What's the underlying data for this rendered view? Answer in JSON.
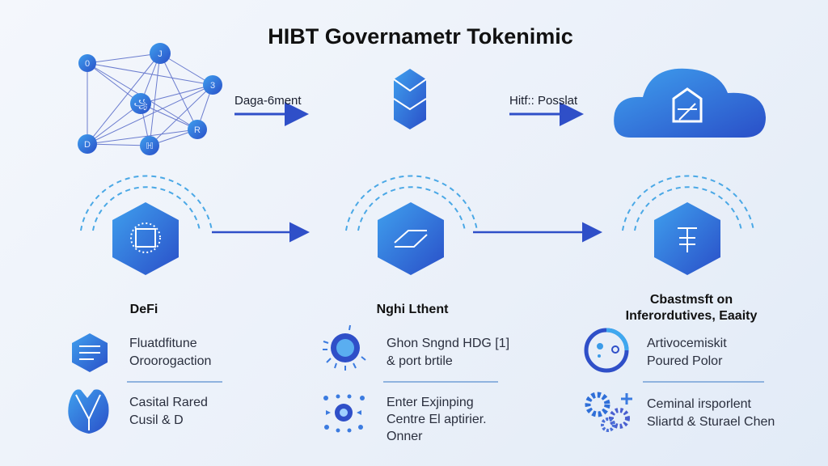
{
  "title": "HIBT Governametr Tokenimic",
  "top_flow": {
    "label_1": "Daga-6ment",
    "label_2": "Hitf:: Posslat",
    "network_nodes": [
      "0",
      "J",
      "3",
      "꧁",
      "R",
      "D",
      "ℍ"
    ]
  },
  "columns": [
    {
      "heading": "DeFi",
      "items": [
        {
          "line1": "Fluatdfitune",
          "line2": "Oroorogaction"
        },
        {
          "line1": "Casital Rared",
          "line2": "Cusil & D"
        }
      ]
    },
    {
      "heading": "Nghi Lthent",
      "items": [
        {
          "line1": "Ghon Sngnd HDG [1]",
          "line2": "& port brtile"
        },
        {
          "line1": "Enter Exjinping",
          "line2": "Centre El aptirier.",
          "line3": "Onner"
        }
      ]
    },
    {
      "heading_line1": "Cbastmsft on",
      "heading_line2": "Inferordutives, Eaaity",
      "items": [
        {
          "line1": "Artivocemiskit",
          "line2": "Poured Polor"
        },
        {
          "line1": "Ceminal irsporlent",
          "line2": "Sliartd & Sturael Chen"
        }
      ]
    }
  ],
  "colors": {
    "primary": "#2f5fd6",
    "light": "#3b9be8",
    "dash": "#4aa8e6"
  }
}
